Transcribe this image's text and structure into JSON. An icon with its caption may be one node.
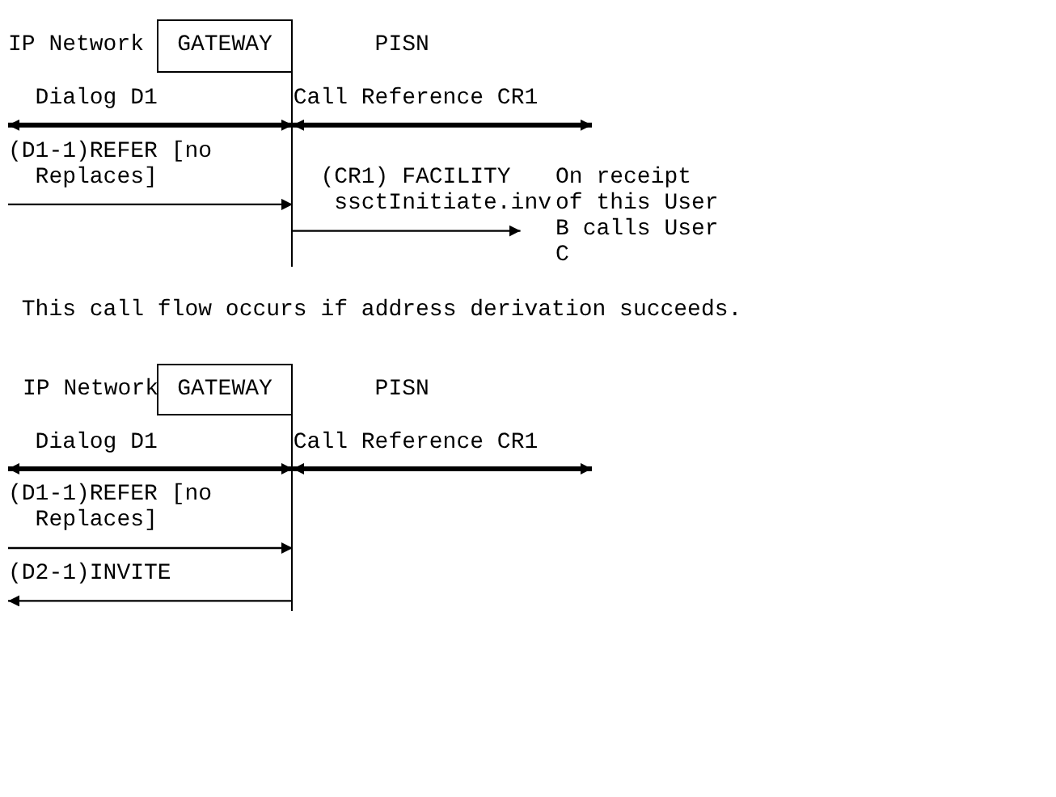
{
  "diagram": {
    "nodes": [
      {
        "text": [
          "IP Network"
        ]
      },
      {
        "text": [
          "GATEWAY"
        ]
      },
      {
        "text": [
          "PISN"
        ]
      },
      {
        "text": [
          "IP Network"
        ]
      },
      {
        "text": [
          "GATEWAY"
        ]
      },
      {
        "text": [
          "PISN"
        ]
      }
    ],
    "edges": [
      {
        "from": null,
        "to": 1,
        "arrow": "both",
        "label": "Dialog D1",
        "style": "thick"
      },
      {
        "from": 1,
        "to": null,
        "arrow": "both",
        "label": "Call Reference CR1",
        "style": "thick"
      },
      {
        "from": null,
        "to": 1,
        "arrow": "to",
        "label": "(D1-1)REFER [no Replaces]"
      },
      {
        "from": 1,
        "to": null,
        "arrow": "to",
        "label": "(CR1) FACILITY ssctInitiate.inv"
      },
      {
        "from": null,
        "to": 4,
        "arrow": "both",
        "label": "Dialog D1",
        "style": "thick"
      },
      {
        "from": 4,
        "to": null,
        "arrow": "both",
        "label": "Call Reference CR1",
        "style": "thick"
      },
      {
        "from": null,
        "to": 4,
        "arrow": "to",
        "label": "(D1-1)REFER [no Replaces]"
      },
      {
        "from": 4,
        "to": null,
        "arrow": "to",
        "label": "(D2-1)INVITE"
      }
    ],
    "labels": [
      "On receipt of this User B calls User C",
      "This call flow occurs if address derivation succeeds."
    ]
  }
}
